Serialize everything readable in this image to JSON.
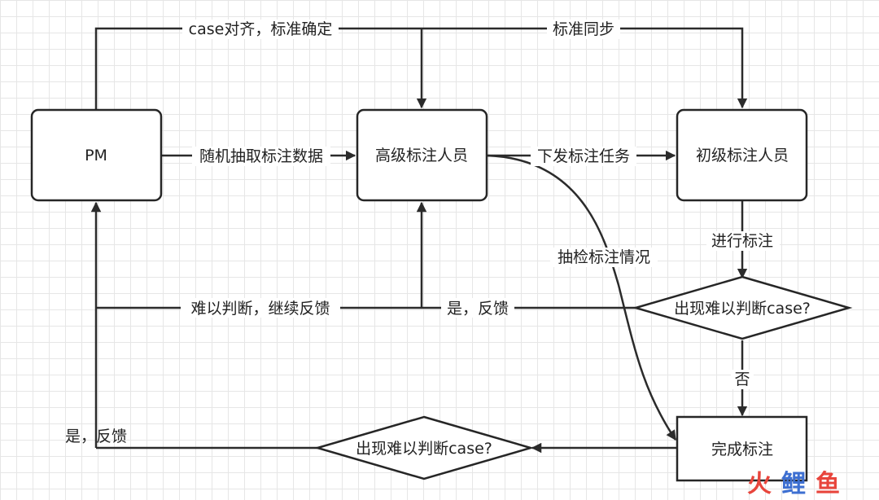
{
  "nodes": {
    "pm": "PM",
    "senior": "高级标注人员",
    "junior": "初级标注人员",
    "decision_top": "出现难以判断case?",
    "complete": "完成标注",
    "decision_bottom": "出现难以判断case?"
  },
  "edges": {
    "case_align": "case对齐，标准确定",
    "std_sync": "标准同步",
    "random_sample": "随机抽取标注数据",
    "dispatch": "下发标注任务",
    "spot_check": "抽检标注情况",
    "do_label": "进行标注",
    "hard_feedback": "难以判断，继续反馈",
    "yes_feedback_top": "是，反馈",
    "no": "否",
    "yes_feedback_bottom": "是，反馈"
  },
  "watermark": {
    "text1": "火",
    "text2": "鲤",
    "text3": "鱼",
    "colors": [
      "#e8453c",
      "#3d6fd1",
      "#e8453c"
    ]
  }
}
